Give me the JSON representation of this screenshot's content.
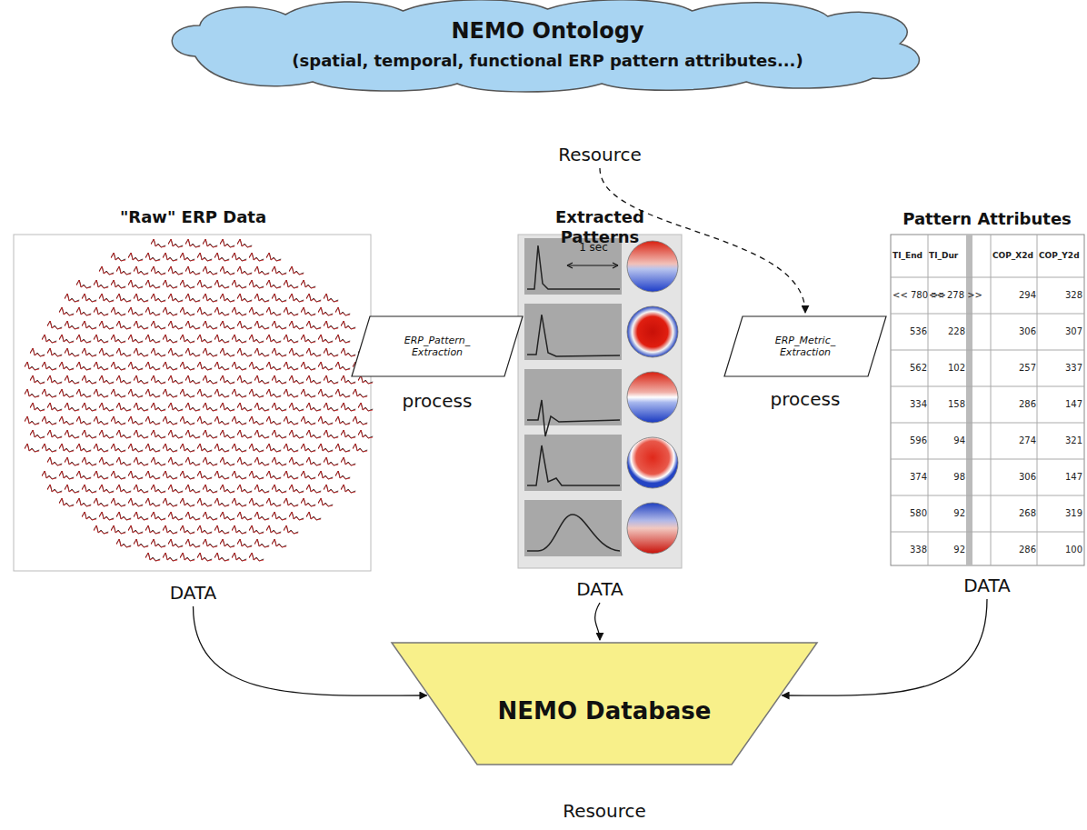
{
  "diagram": {
    "nodes": [
      {
        "text": [
          "NEMO Ontology",
          "(spatial, temporal, functional ERP pattern attributes...)",
          "Resource"
        ]
      },
      {
        "text": [
          "\"Raw\" ERP  Data",
          "DATA"
        ]
      },
      {
        "text": [
          "ERP_Pattern_ Extraction",
          "process"
        ]
      },
      {
        "text": [
          "Extracted Patterns",
          "DATA"
        ]
      },
      {
        "text": [
          "ERP_Metric_ Extraction",
          "process"
        ]
      },
      {
        "text": [
          "Pattern Attributes",
          "DATA"
        ]
      },
      {
        "text": [
          "NEMO Database",
          "Resource"
        ]
      }
    ],
    "edges": [
      {
        "from": 0,
        "to": 4,
        "arrow": "to"
      },
      {
        "from": 1,
        "to": 6,
        "arrow": "to"
      },
      {
        "from": 3,
        "to": 6,
        "arrow": "to"
      },
      {
        "from": 5,
        "to": 6,
        "arrow": "to"
      }
    ],
    "labels": [
      "1 sec",
      "TI_End",
      "TI_Dur",
      "COP_X2d",
      "COP_Y2d",
      "<< 780 >>",
      "<< 278 >>",
      "294",
      "328",
      "536",
      "228",
      "306",
      "307",
      "562",
      "102",
      "257",
      "337",
      "334",
      "158",
      "286",
      "147",
      "596",
      "94",
      "274",
      "321",
      "374",
      "98",
      "306",
      "147",
      "580",
      "92",
      "268",
      "319",
      "338",
      "92",
      "286",
      "100"
    ]
  }
}
